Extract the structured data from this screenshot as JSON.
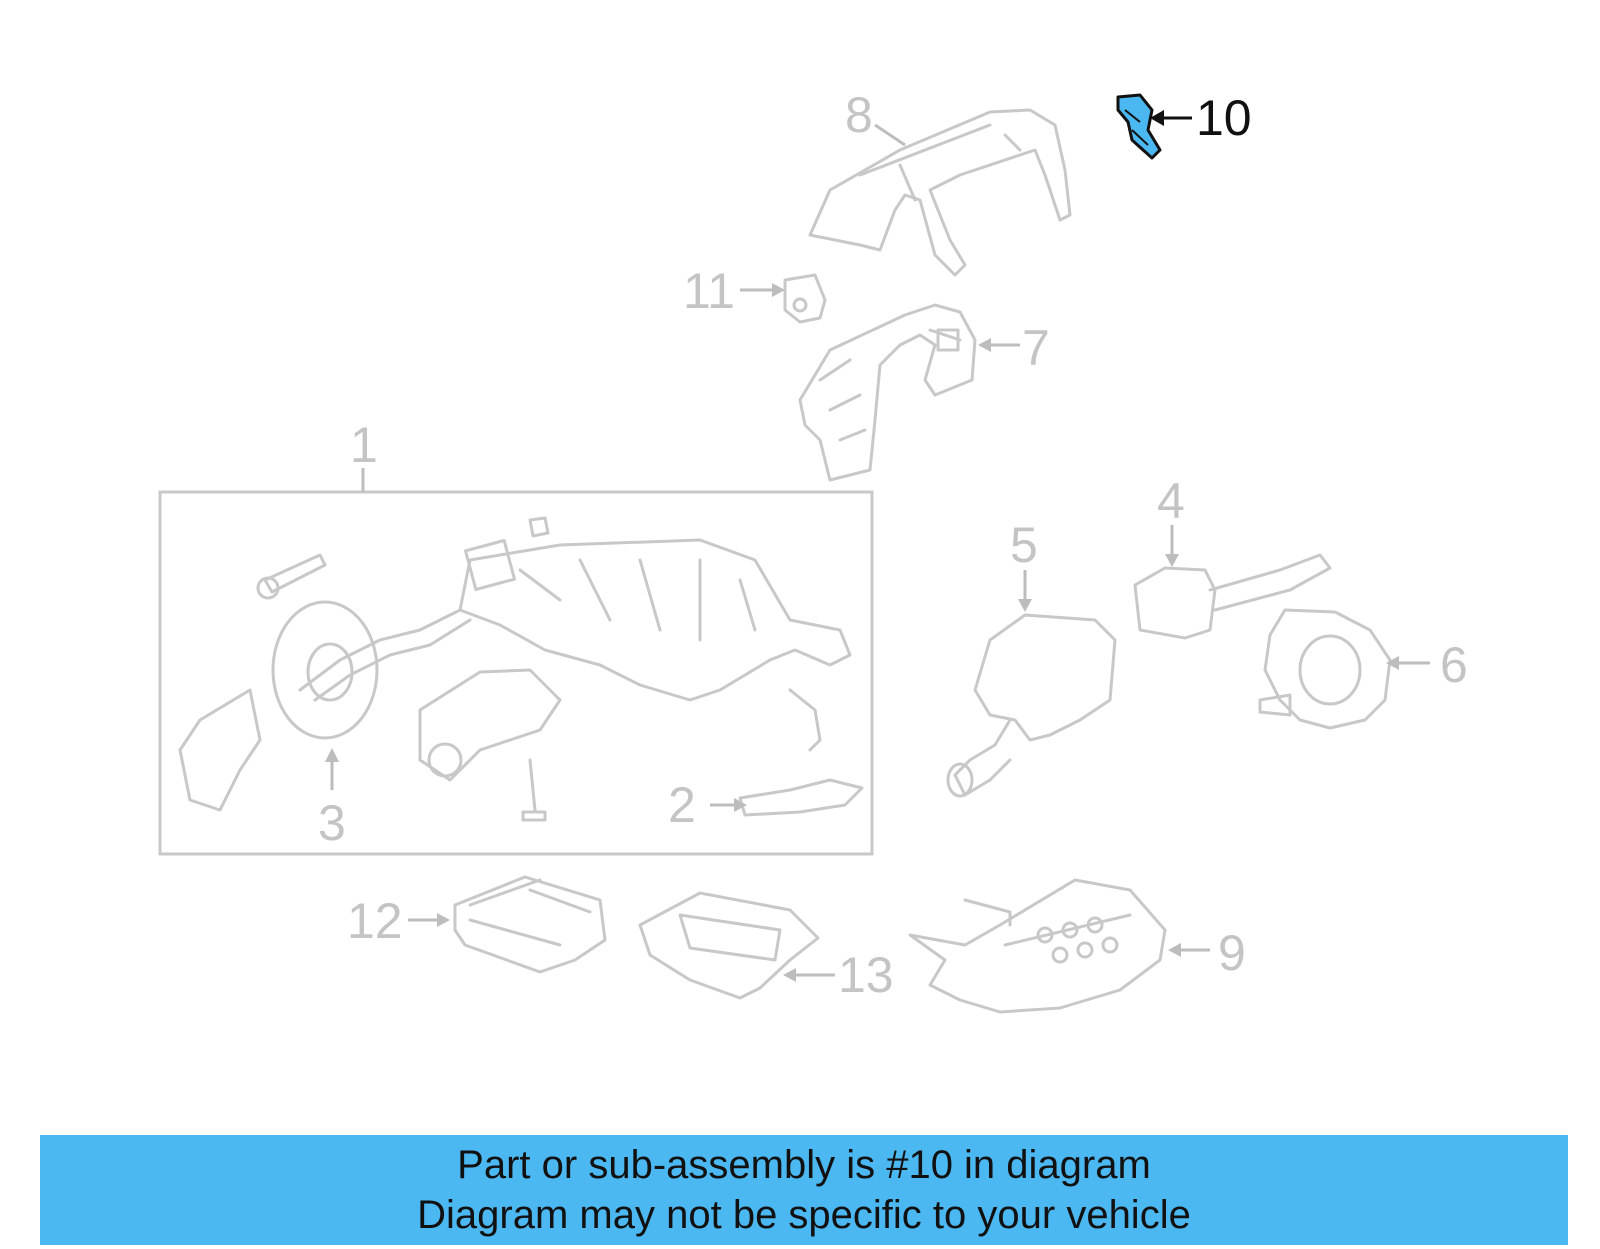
{
  "callouts": {
    "c1": "1",
    "c2": "2",
    "c3": "3",
    "c4": "4",
    "c5": "5",
    "c6": "6",
    "c7": "7",
    "c8": "8",
    "c9": "9",
    "c10": "10",
    "c11": "11",
    "c12": "12",
    "c13": "13"
  },
  "highlight_color": "#4cb8f2",
  "banner": {
    "line1": "Part or sub-assembly is #10 in diagram",
    "line2": "Diagram may not be specific to your vehicle",
    "background": "#4cb8f2"
  }
}
